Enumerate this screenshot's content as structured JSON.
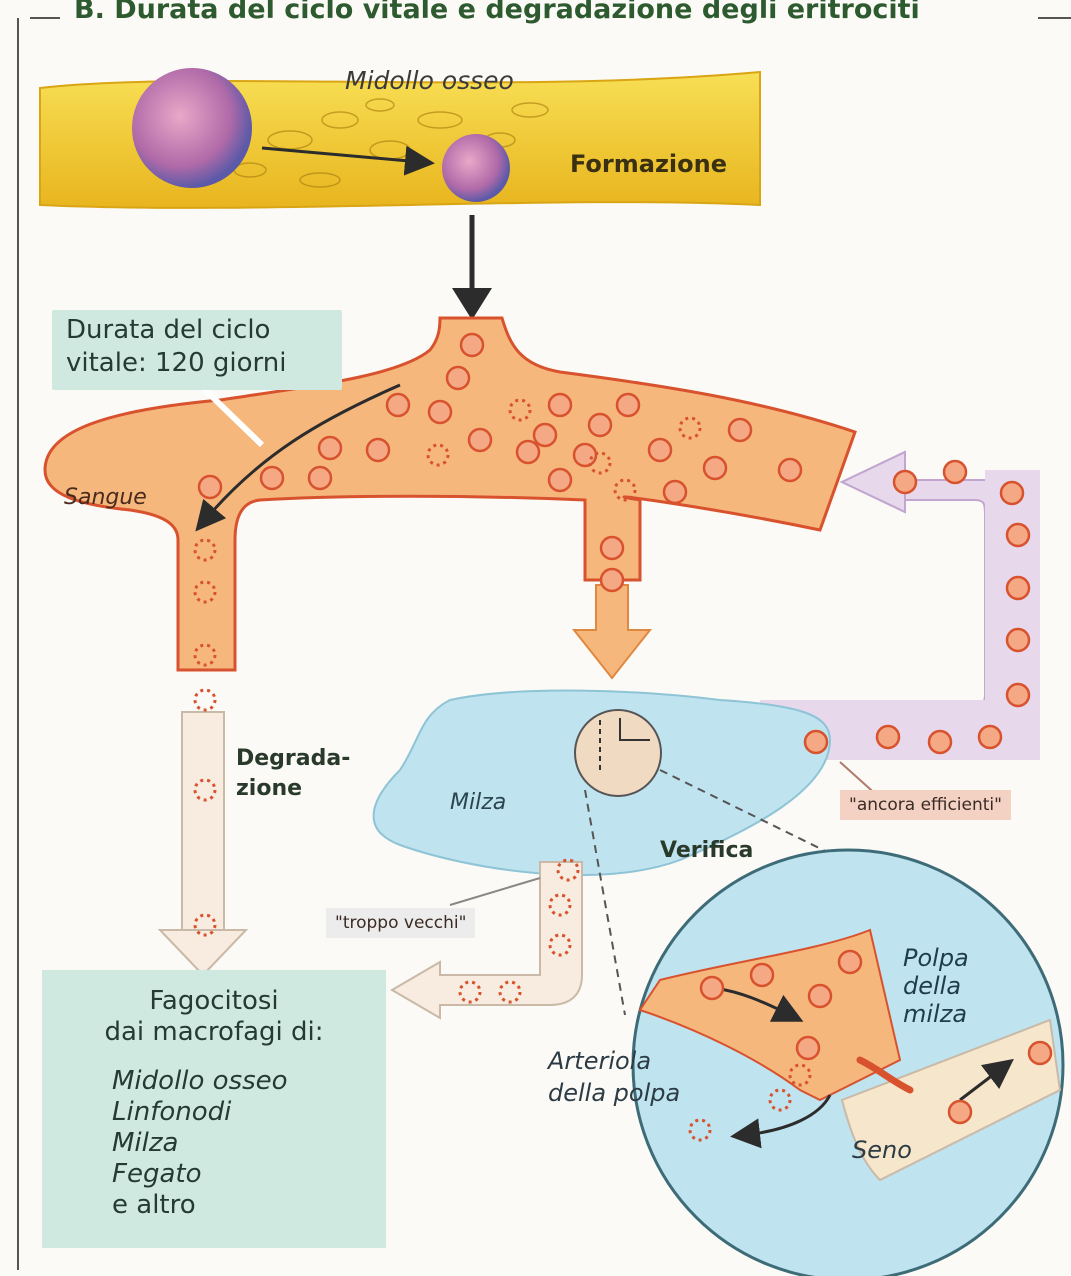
{
  "title": "B. Durata del ciclo vitale e degradazione degli eritrociti",
  "labels": {
    "bone_marrow": "Midollo osseo",
    "formation": "Formazione",
    "lifespan_line1": "Durata del ciclo",
    "lifespan_line2": "vitale: 120 giorni",
    "blood": "Sangue",
    "degradation_line1": "Degrada-",
    "degradation_line2": "zione",
    "spleen": "Milza",
    "check": "Verifica",
    "still_efficient": "\"ancora efficienti\"",
    "too_old": "\"troppo vecchi\"",
    "spleen_pulp_line1": "Polpa",
    "spleen_pulp_line2": "della",
    "spleen_pulp_line3": "milza",
    "pulp_arteriole_line1": "Arteriola",
    "pulp_arteriole_line2": "della polpa",
    "sinus": "Seno"
  },
  "phagocytosis": {
    "title_line1": "Fagocitosi",
    "title_line2": "dai macrofagi di:",
    "sites": [
      "Midollo osseo",
      "Linfonodi",
      "Milza",
      "Fegato",
      "e altro"
    ]
  },
  "colors": {
    "title": "#2e5a2f",
    "bone_marrow": "#f3d23a",
    "blood_vessel": "#f6b77d",
    "vessel_border": "#d8522e",
    "cell": "#f4a884",
    "spleen": "#bfe3ef",
    "return_path": "#e7d8ec",
    "info_box": "#cfe9e1",
    "tag": "#f3d2c3"
  }
}
